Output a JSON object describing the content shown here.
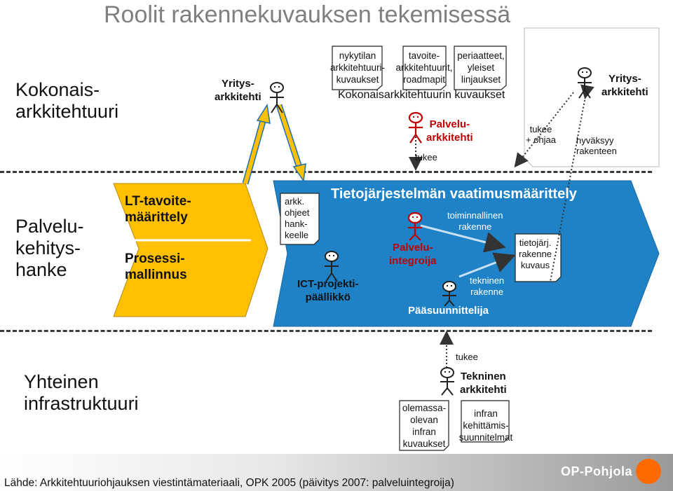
{
  "title": "Roolit rakennekuvauksen tekemisessä",
  "layers": {
    "enterprise": "Kokonais-\narkkitehtuuri",
    "service": "Palvelu-\nkehitys-\nhanke",
    "infra": "Yhteinen\ninfrastruktuuri"
  },
  "top": {
    "docs": [
      "nykytilan\narkkitehtuuri-\nkuvaukset",
      "tavoite-\narkkitehtuurit,\nroadmapit",
      "periaatteet,\nyleiset\nlinjaukset"
    ],
    "docs_caption": "Kokonaisarkkitehtuurin kuvaukset",
    "left_role": "Yritys-\narkkitehti",
    "right_role": "Yritys-\narkkitehti",
    "service_architect": "Palvelu-\narkkitehti",
    "tukee": "tukee",
    "tukee_ohjaa": "tukee\n+ ohjaa",
    "hyvaksyy": "hyväksyy\nrakenteen"
  },
  "middle": {
    "lt_goal": "LT-tavoite-\nmäärittely",
    "process": "Prosessi-\nmallinnus",
    "ark_doc": "arkk.\nohjeet\nhank-\nkeelle",
    "ict_manager": "ICT-projekti-\npäällikkö",
    "req_title": "Tietojärjestelmän vaatimusmäärittely",
    "functional": "toiminnallinen\nrakenne",
    "technical": "tekninen\nrakenne",
    "integrator": "Palvelu-\nintegroija",
    "sys_doc": "tietojärj.\nrakenne\nkuvaus",
    "main_designer": "Pääsuunnittelija"
  },
  "bottom": {
    "tukee": "tukee",
    "tech_architect": "Tekninen\narkkitehti",
    "doc_existing": "olemassa-\nolevan\ninfran\nkuvaukset",
    "doc_plans": "infran\nkehittämis-\nsuunnitelmat"
  },
  "footer": {
    "source": "Lähde: Arkkitehtuuriohjauksen viestintämateriaali, OPK 2005  (päivitys 2007: palveluintegroija)",
    "logo": "OP-Pohjola"
  },
  "colors": {
    "blue": "#1f82c7",
    "yellow": "#ffc000",
    "red": "#c00000",
    "gray_title": "#7f7f7f"
  }
}
